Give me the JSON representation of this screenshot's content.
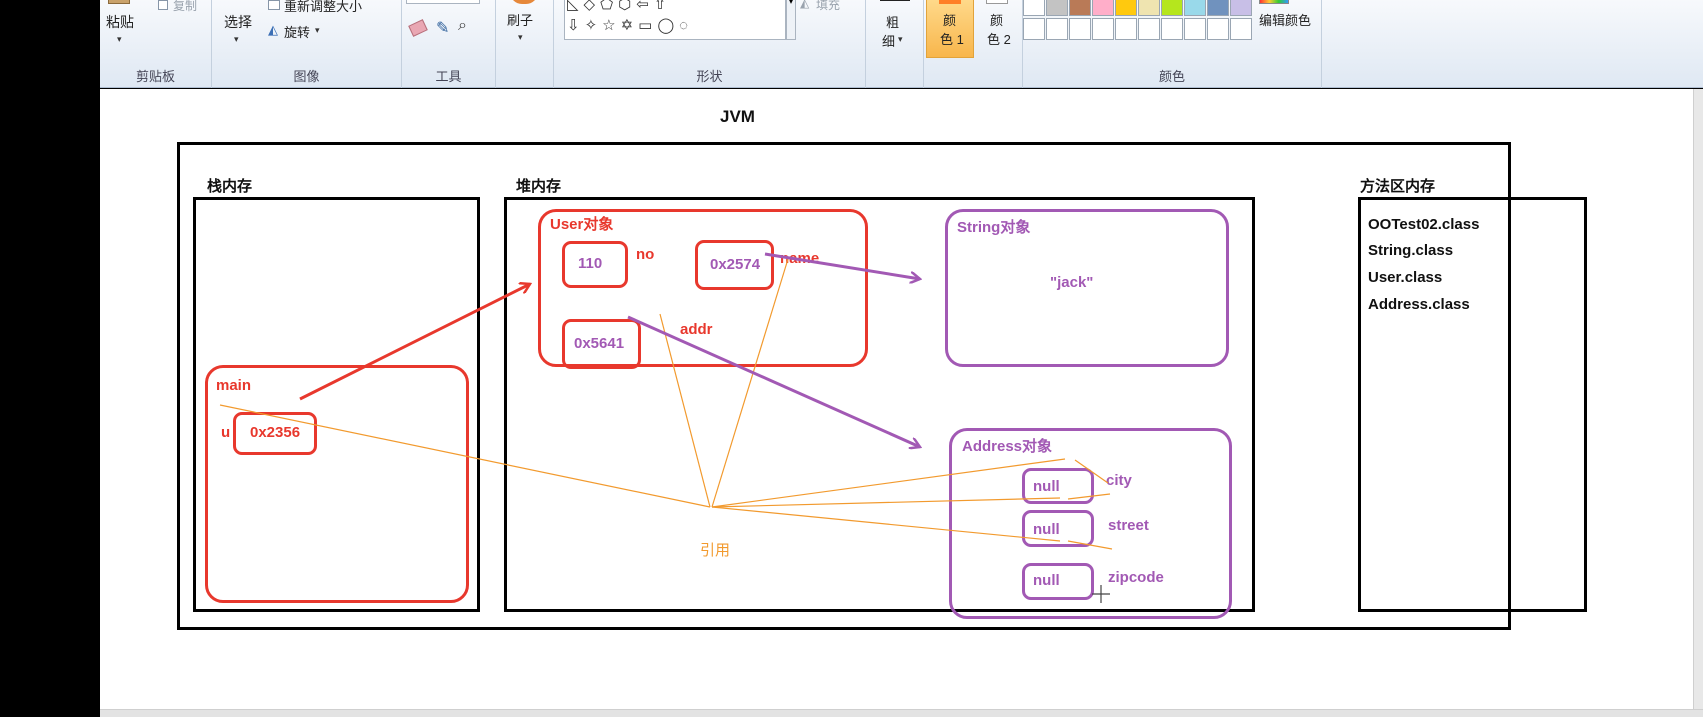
{
  "ribbon": {
    "clipboard": {
      "paste": "粘贴",
      "copy": "复制",
      "label": "剪贴板"
    },
    "image": {
      "select": "选择",
      "resize": "重新调整大小",
      "rotate": "旋转",
      "label": "图像"
    },
    "tools": {
      "label": "工具"
    },
    "brushes": {
      "label": "刷子"
    },
    "shapes": {
      "fill": "填充",
      "label": "形状"
    },
    "size": {
      "line1": "粗",
      "line2": "细"
    },
    "color1": {
      "line1": "颜",
      "line2": "色 1"
    },
    "color2": {
      "line1": "颜",
      "line2": "色 2"
    },
    "edit_colors": "编辑颜色",
    "colors_label": "颜色",
    "palette_row1": [
      "#ffffff",
      "#c3c3c3",
      "#b97a57",
      "#ffaec9",
      "#ffc90e",
      "#efe4b0",
      "#b5e61d",
      "#99d9ea",
      "#7092be",
      "#c8bfe7"
    ]
  },
  "diagram": {
    "title": "JVM",
    "stack": {
      "label": "栈内存",
      "frame": "main",
      "var_name": "u",
      "var_value": "0x2356"
    },
    "heap": {
      "label": "堆内存",
      "user": {
        "label": "User对象",
        "no_value": "110",
        "no_label": "no",
        "name_value": "0x2574",
        "name_label": "name",
        "addr_value": "0x5641",
        "addr_label": "addr"
      },
      "string": {
        "label": "String对象",
        "value": "\"jack\""
      },
      "address": {
        "label": "Address对象",
        "fields": [
          {
            "value": "null",
            "name": "city"
          },
          {
            "value": "null",
            "name": "street"
          },
          {
            "value": "null",
            "name": "zipcode"
          }
        ]
      },
      "reference_label": "引用"
    },
    "method_area": {
      "label": "方法区内存",
      "classes": [
        "OOTest02.class",
        "String.class",
        "User.class",
        "Address.class"
      ]
    }
  },
  "colors": {
    "red": "#e8382d",
    "purple": "#a259b4",
    "orange": "#f29a2e",
    "ribbon_bg": "#dfe8f3"
  }
}
